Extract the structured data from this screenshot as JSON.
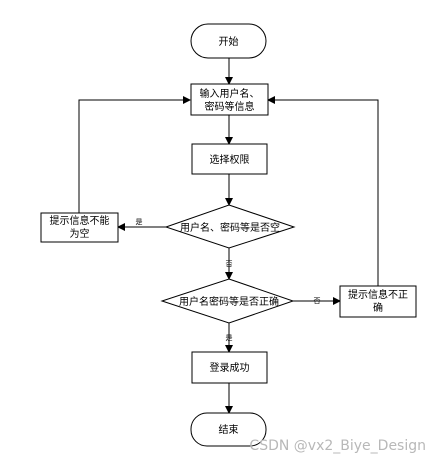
{
  "diagram": {
    "nodes": {
      "start": "开始",
      "input": [
        "输入用户名、",
        "密码等信息"
      ],
      "select_role": "选择权限",
      "check_empty": "用户名、密码等是否空",
      "msg_empty": [
        "提示信息不能",
        "为空"
      ],
      "check_correct": "用户名密码等是否正确",
      "msg_wrong": [
        "提示信息不正",
        "确"
      ],
      "login_success": "登录成功",
      "end": "结束"
    },
    "edges": {
      "empty_yes": "是",
      "empty_no": "否",
      "correct_no": "否",
      "correct_yes": "是"
    }
  },
  "watermark": "CSDN @vx2_Biye_Design"
}
